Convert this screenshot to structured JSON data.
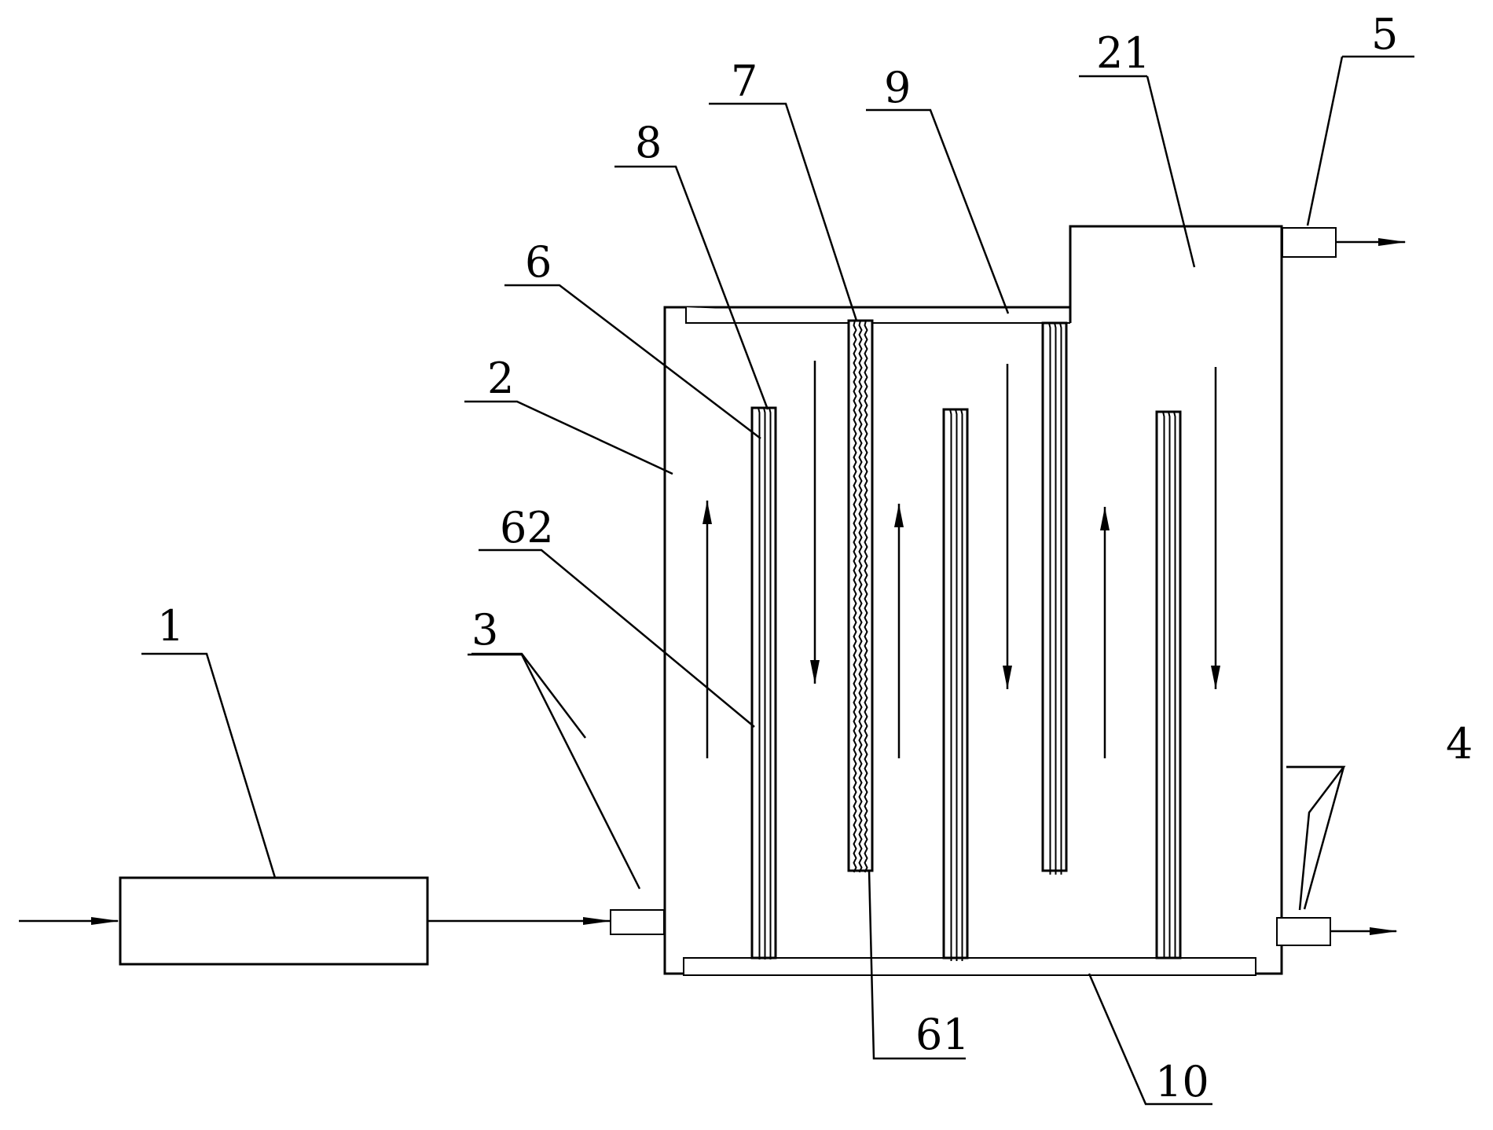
{
  "diagram": {
    "labels": {
      "l1": "1",
      "l2": "2",
      "l3": "3",
      "l4": "4",
      "l5": "5",
      "l6": "6",
      "l7": "7",
      "l8": "8",
      "l9": "9",
      "l10": "10",
      "l21": "21",
      "l61": "61",
      "l62": "62"
    }
  }
}
